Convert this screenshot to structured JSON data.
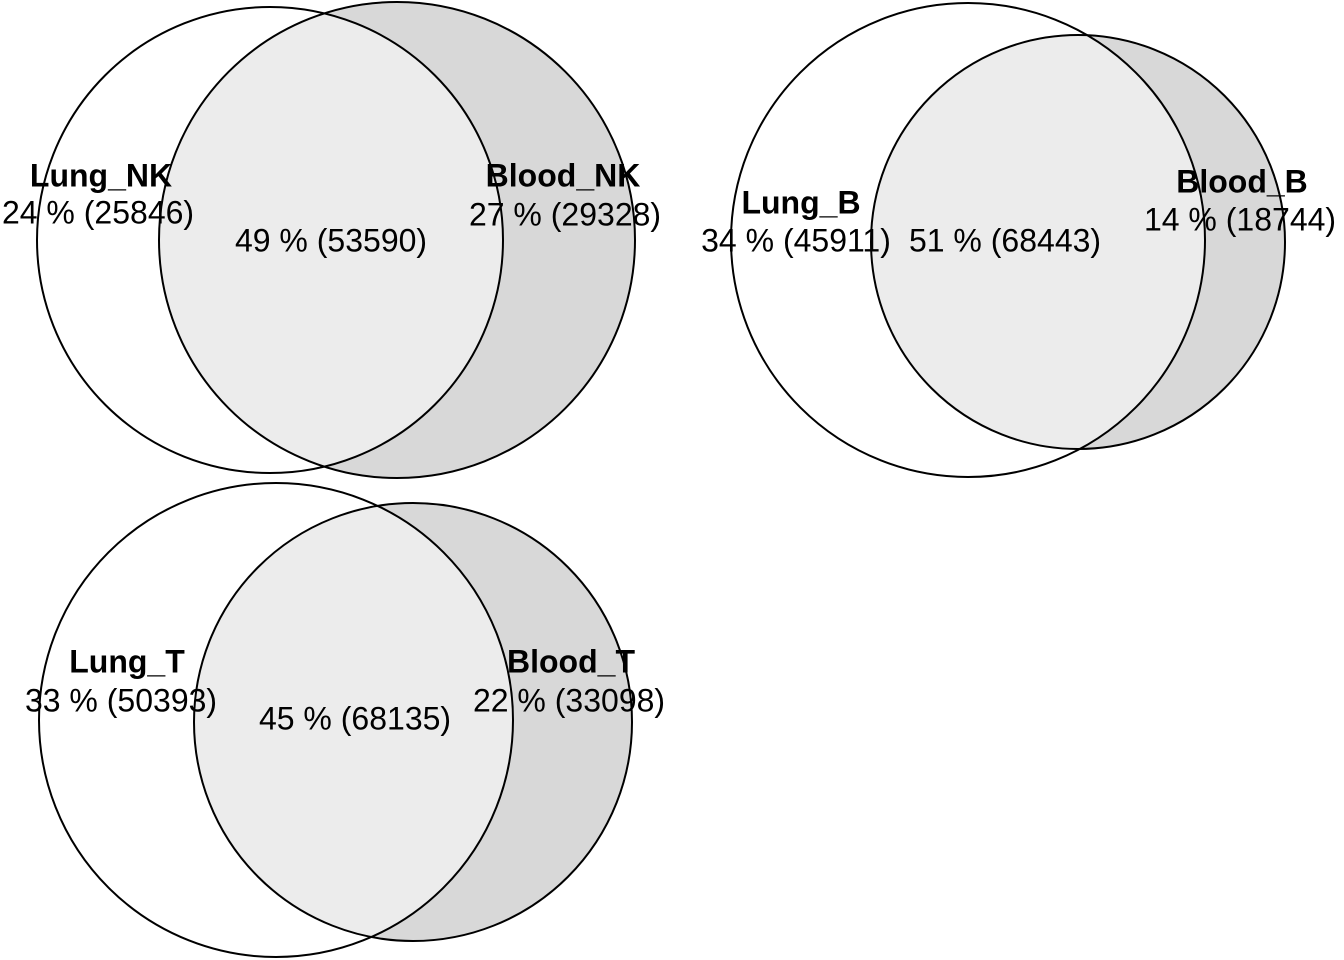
{
  "chart_data": {
    "type": "venn",
    "description": "Three pairwise Venn diagrams showing overlap between Lung and Blood cell populations for NK, B and T cells. Percentages are of each pairwise union; absolute counts in parentheses.",
    "legend_position": "none",
    "colors": {
      "left_only_fill": "#ffffff",
      "intersection_fill": "#ececec",
      "right_only_fill": "#d8d8d8",
      "stroke": "#000000",
      "text": "#000000"
    },
    "diagrams": [
      {
        "id": "NK",
        "left": {
          "title": "Lung_NK",
          "pct": 24,
          "count": 25846,
          "value_text": "24 % (25846)"
        },
        "intersection": {
          "pct": 49,
          "count": 53590,
          "value_text": "49 % (53590)"
        },
        "right": {
          "title": "Blood_NK",
          "pct": 27,
          "count": 29328,
          "value_text": "27 % (29328)"
        }
      },
      {
        "id": "B",
        "left": {
          "title": "Lung_B",
          "pct": 34,
          "count": 45911,
          "value_text": "34 % (45911)"
        },
        "intersection": {
          "pct": 51,
          "count": 68443,
          "value_text": "51 % (68443)"
        },
        "right": {
          "title": "Blood_B",
          "pct": 14,
          "count": 18744,
          "value_text": "14 % (18744)"
        }
      },
      {
        "id": "T",
        "left": {
          "title": "Lung_T",
          "pct": 33,
          "count": 50393,
          "value_text": "33 % (50393)"
        },
        "intersection": {
          "pct": 45,
          "count": 68135,
          "value_text": "45 % (68135)"
        },
        "right": {
          "title": "Blood_T",
          "pct": 22,
          "count": 33098,
          "value_text": "22 % (33098)"
        }
      }
    ]
  }
}
